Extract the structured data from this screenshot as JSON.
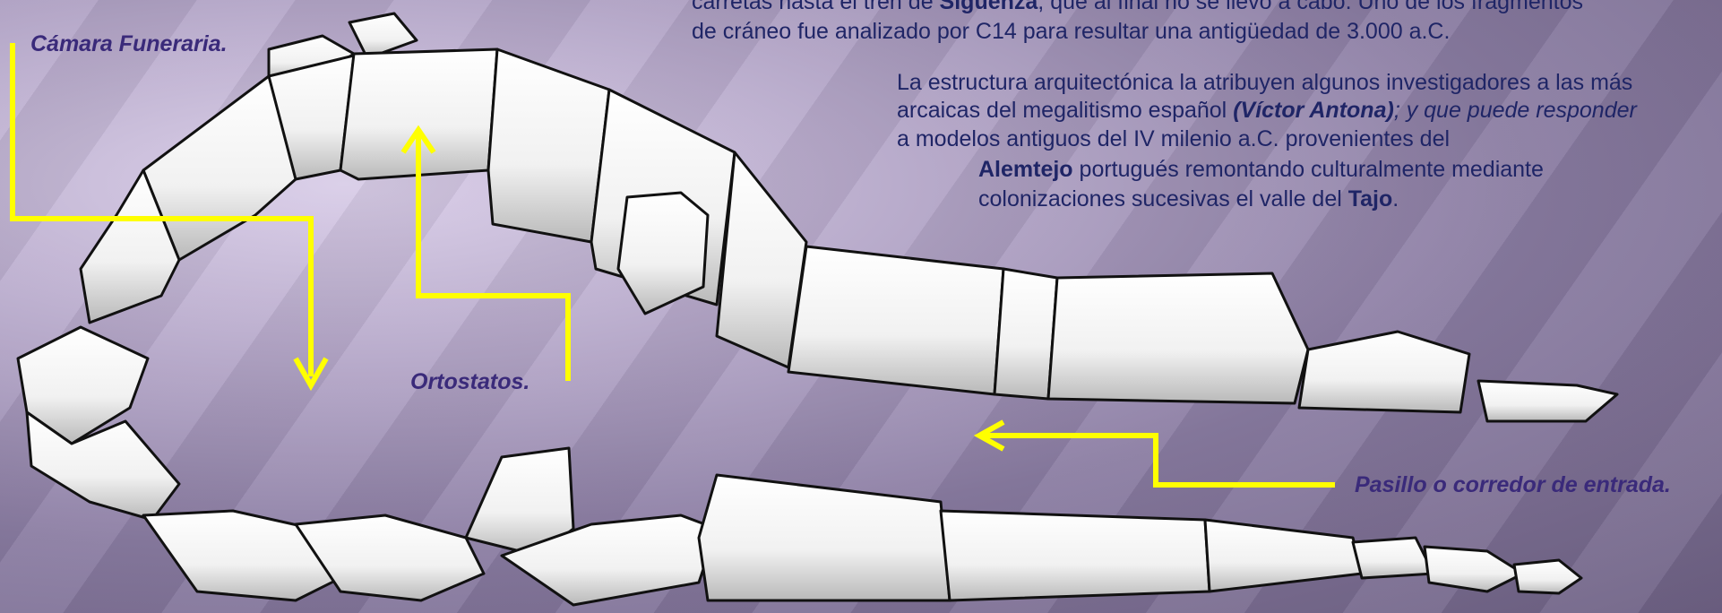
{
  "paragraphs": {
    "p1": {
      "line1_prefix": "carretas hasta el tren de ",
      "line1_bold": "Sigüenza",
      "line1_suffix": ", que al final no se llevó a cabo. Uno de los fragmentos",
      "line2": "de cráneo fue analizado por C14 para resultar una antigüedad de 3.000 a.C."
    },
    "p2": {
      "line1": "La estructura arquitectónica la atribuyen algunos investigadores a las más",
      "line2_prefix": "arcaicas del megalitismo español ",
      "line2_em": "(Víctor Antona)",
      "line2_suffix": "; y que puede responder",
      "line3": "a modelos antiguos del IV milenio a.C. provenientes del",
      "line4_bold": "Alemtejo",
      "line4_suffix": " portugués remontando culturalmente mediante",
      "line5_prefix": "colonizaciones sucesivas el valle del ",
      "line5_bold": "Tajo",
      "line5_suffix": "."
    }
  },
  "labels": {
    "camara": "Cámara Funeraria.",
    "ortostatos": "Ortostatos.",
    "pasillo": "Pasillo o corredor de entrada."
  },
  "colors": {
    "arrow": "#ffff00",
    "label": "#3a2a7a",
    "text": "#1f2566"
  }
}
